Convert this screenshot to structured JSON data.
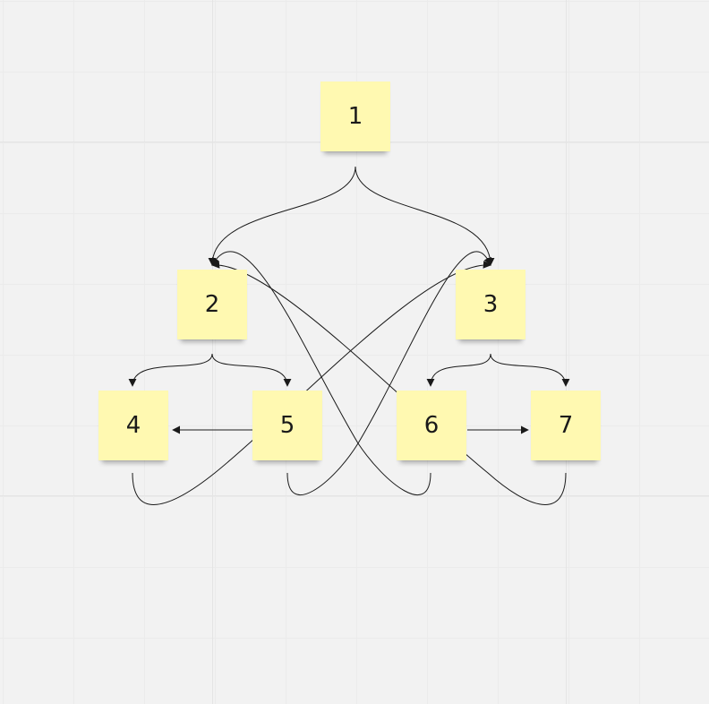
{
  "colors": {
    "board_background": "#f2f2f2",
    "grid_line": "#e4e4e4",
    "sticky_note": "#fff9b1",
    "connector": "#1a1a1a"
  },
  "notes": [
    {
      "id": "1",
      "label": "1"
    },
    {
      "id": "2",
      "label": "2"
    },
    {
      "id": "3",
      "label": "3"
    },
    {
      "id": "4",
      "label": "4"
    },
    {
      "id": "5",
      "label": "5"
    },
    {
      "id": "6",
      "label": "6"
    },
    {
      "id": "7",
      "label": "7"
    }
  ],
  "connectors": [
    {
      "from": "1",
      "to": "2"
    },
    {
      "from": "1",
      "to": "3"
    },
    {
      "from": "2",
      "to": "4"
    },
    {
      "from": "2",
      "to": "5"
    },
    {
      "from": "3",
      "to": "6"
    },
    {
      "from": "3",
      "to": "7"
    },
    {
      "from": "5",
      "to": "4"
    },
    {
      "from": "6",
      "to": "7"
    },
    {
      "from": "4",
      "to": "3"
    },
    {
      "from": "5",
      "to": "3"
    },
    {
      "from": "6",
      "to": "2"
    },
    {
      "from": "7",
      "to": "2"
    }
  ]
}
